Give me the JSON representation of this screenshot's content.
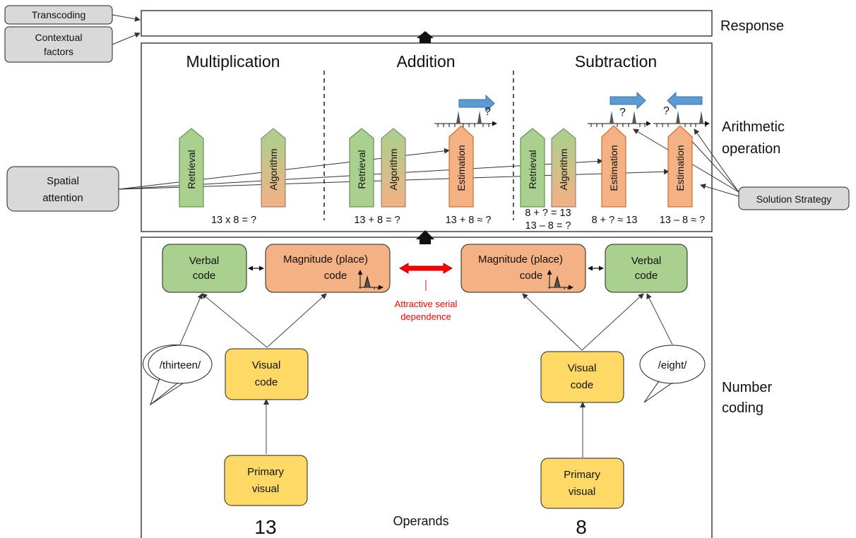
{
  "colors": {
    "green": "#a9d08e",
    "green_dark": "#4f7f3a",
    "orange": "#f4b183",
    "orange_dark": "#c55a11",
    "yellow": "#ffd966",
    "yellow_dark": "#bf9000",
    "gray": "#d9d9d9",
    "blue_arrow": "#5b9bd5",
    "red_arrow": "#ff0000",
    "attractive_text": "#ff0000"
  },
  "side_boxes": {
    "transcoding": "Transcoding",
    "contextual_1": "Contextual",
    "contextual_2": "factors",
    "spatial_1": "Spatial",
    "spatial_2": "attention",
    "solution": "Solution Strategy"
  },
  "levels": {
    "response": "Response",
    "arithmetic_1": "Arithmetic",
    "arithmetic_2": "operation",
    "number_1": "Number",
    "number_2": "coding"
  },
  "operations": {
    "multiplication": "Multiplication",
    "addition": "Addition",
    "subtraction": "Subtraction"
  },
  "strategies": {
    "retrieval": "Retrieval",
    "algorithm": "Algorithm",
    "estimation": "Estimation",
    "question_mark": "?"
  },
  "equations": {
    "mult": "13 x 8 = ?",
    "add_exact": "13 + 8 = ?",
    "add_est": "13 + 8 ≈ ?",
    "sub_exact_1": "8 + ? = 13",
    "sub_exact_2": "13 – 8 = ?",
    "sub_est_1": "8 + ? ≈ 13",
    "sub_est_2": "13 – 8 ≈ ?"
  },
  "codes": {
    "verbal_1": "Verbal",
    "verbal_2": "code",
    "magnitude_1": "Magnitude (place)",
    "magnitude_2": "code",
    "visual_1": "Visual",
    "visual_2": "code",
    "primary_1": "Primary",
    "primary_2": "visual",
    "speech_left": "/thirteen/",
    "speech_right": "/eight/",
    "attractive_1": "Attractive serial",
    "attractive_2": "dependence"
  },
  "operands": {
    "label": "Operands",
    "left": "13",
    "right": "8"
  }
}
